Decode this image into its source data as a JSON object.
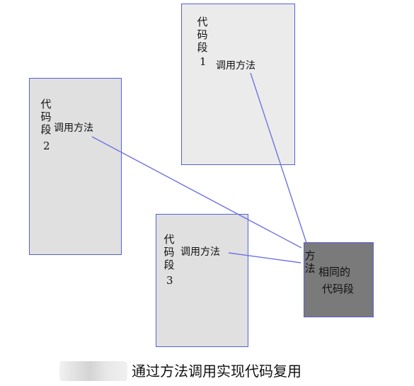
{
  "blocks": [
    {
      "label": "代码段",
      "number": "1",
      "call": "调用方法"
    },
    {
      "label": "代码段",
      "number": "2",
      "call": "调用方法"
    },
    {
      "label": "代码段",
      "number": "3",
      "call": "调用方法"
    }
  ],
  "target": {
    "label_vertical": "方法",
    "label": "相同的",
    "label_line2": "代码段"
  },
  "caption": "通过方法调用实现代码复用",
  "colors": {
    "border": "#5560d8",
    "connector": "#6f73e6",
    "box_fill": "#ebebeb",
    "target_fill": "#7a7a7a"
  }
}
